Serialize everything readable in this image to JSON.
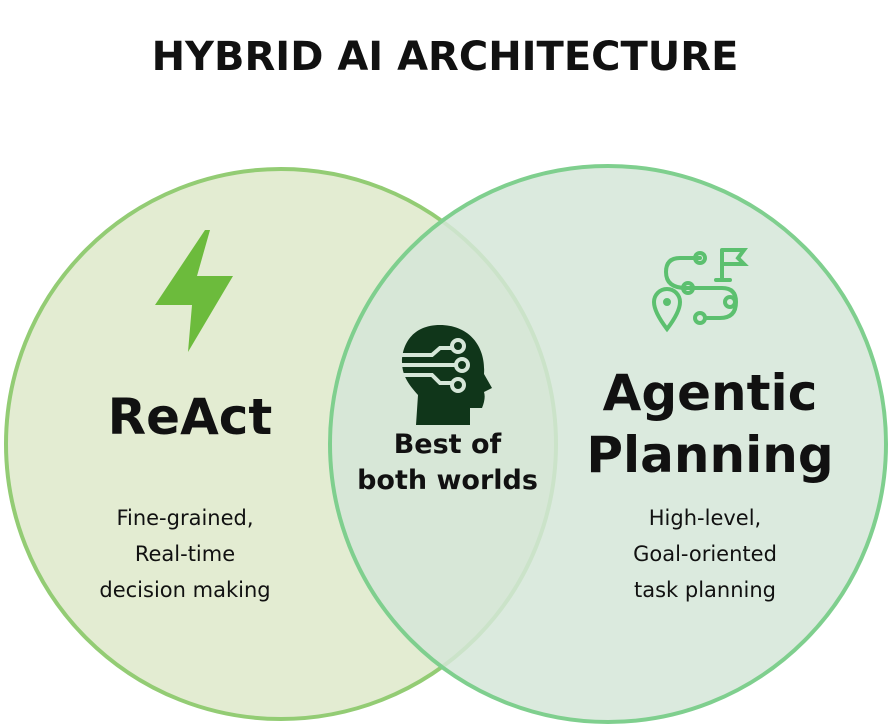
{
  "title": "HYBRID AI ARCHITECTURE",
  "left": {
    "title": "ReAct",
    "lines": [
      "Fine-grained,",
      "Real-time",
      "decision making"
    ],
    "icon": "lightning-icon"
  },
  "right": {
    "title_lines": [
      "Agentic",
      "Planning"
    ],
    "lines": [
      "High-level,",
      "Goal-oriented",
      "task planning"
    ],
    "icon": "route-flag-icon"
  },
  "center": {
    "lines": [
      "Best of",
      "both worlds"
    ],
    "icon": "ai-head-icon"
  },
  "colors": {
    "left_fill": "#e3ecd2",
    "left_stroke": "#93cc74",
    "right_fill": "#d5e6d8",
    "right_stroke": "#7fcf8e",
    "lightning": "#6cbb3c",
    "route": "#5cc06f",
    "head": "#10361a"
  }
}
